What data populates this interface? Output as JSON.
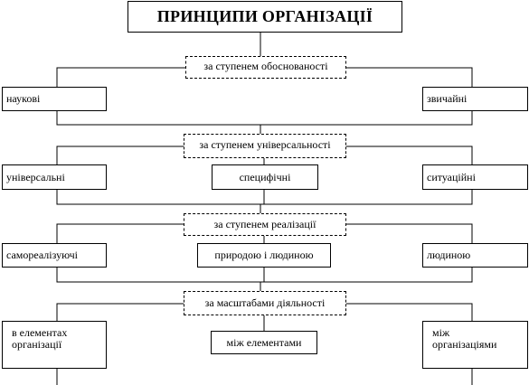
{
  "title": "ПРИНЦИПИ ОРГАНІЗАЦІЇ",
  "criteria": [
    "за ступенем обоснованості",
    "за ступенем універсальності",
    "за ступенем реалізації",
    "за масштабами діяльності"
  ],
  "groups": [
    {
      "left": "наукові",
      "right": "звичайні"
    },
    {
      "left": "універсальні",
      "center": "специфічні",
      "right": "ситуаційні"
    },
    {
      "left": "самореалізуючі",
      "center": "природою і людиною",
      "right": "людиною"
    },
    {
      "left_lines": [
        "в елементах",
        "організації"
      ],
      "center": "між елементами",
      "right_lines": [
        "між",
        "організаціями"
      ]
    }
  ]
}
